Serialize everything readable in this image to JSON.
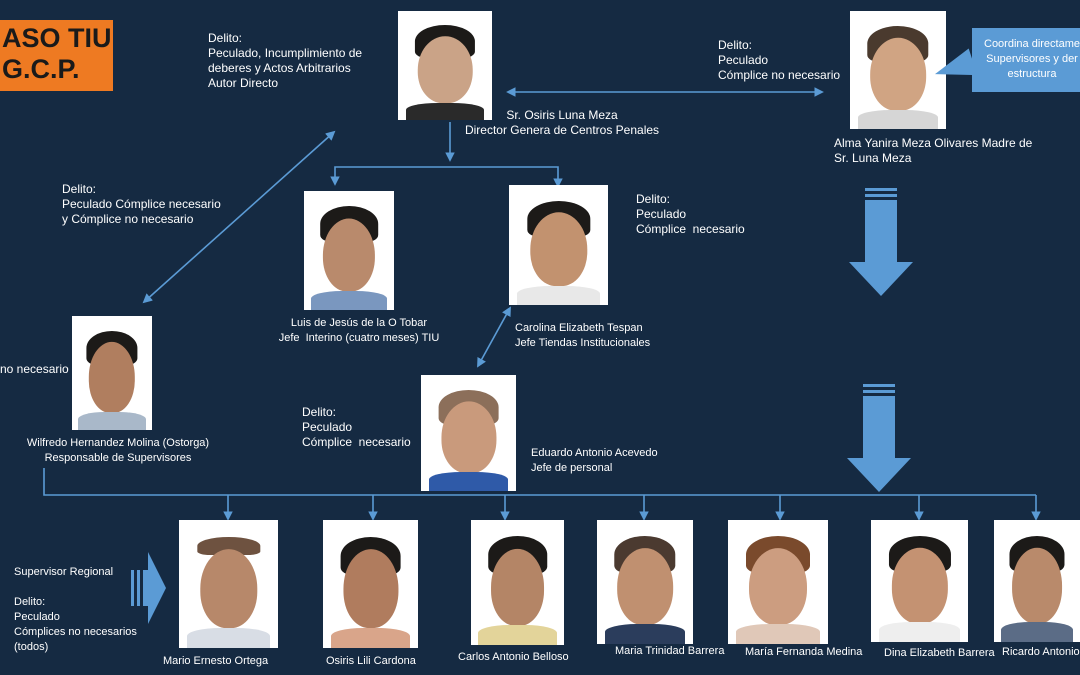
{
  "title": {
    "line1": "ASO TIU",
    "line2": "G.C.P."
  },
  "callout": {
    "line1": "Coordina directame",
    "line2": "Supervisores y der",
    "line3": "estructura"
  },
  "delitos": {
    "top_center": {
      "label": "Delito:",
      "line1": "Peculado, Incumplimiento de",
      "line2": "deberes y Actos Arbitrarios",
      "line3": "Autor Directo"
    },
    "top_right": {
      "label": "Delito:",
      "line1": "Peculado",
      "line2": "Cómplice no necesario"
    },
    "left_mid": {
      "label": "Delito:",
      "line1": "Peculado Cómplice necesario",
      "line2": "y Cómplice no necesario"
    },
    "carolina": {
      "label": "Delito:",
      "line1": "Peculado",
      "line2": "Cómplice  necesario"
    },
    "eduardo": {
      "label": "Delito:",
      "line1": "Peculado",
      "line2": "Cómplice  necesario"
    },
    "wilfredo_partial": "no necesario",
    "bottom": {
      "role": "Supervisor Regional",
      "label": "Delito:",
      "line1": "Peculado",
      "line2": "Cómplices no necesarios",
      "line3": "(todos)"
    }
  },
  "people": {
    "osiris": {
      "line1": "Sr. Osiris Luna Meza",
      "line2": "Director Genera de Centros Penales"
    },
    "alma": {
      "line1": "Alma Yanira Meza Olivares Madre de",
      "line2": "Sr. Luna Meza"
    },
    "luis": {
      "line1": "Luis de Jesús de la O Tobar",
      "line2": "Jefe  Interino (cuatro meses) TIU"
    },
    "carolina": {
      "line1": "Carolina Elizabeth Tespan",
      "line2": "Jefe Tiendas Institucionales"
    },
    "wilfredo": {
      "line1": "Wilfredo Hernandez Molina (Ostorga)",
      "line2": "Responsable de Supervisores"
    },
    "eduardo": {
      "line1": "Eduardo Antonio Acevedo",
      "line2": "Jefe de personal"
    }
  },
  "supervisors": [
    "Mario Ernesto Ortega",
    "Osiris Lili Cardona",
    "Carlos Antonio Belloso",
    "Maria Trinidad Barrera",
    "María Fernanda Medina",
    "Dina Elizabeth Barrera",
    "Ricardo Antonio"
  ],
  "colors": {
    "background": "#152a42",
    "title_box": "#ee7a22",
    "callout": "#5b9bd5",
    "connector": "#5b9bd5"
  }
}
